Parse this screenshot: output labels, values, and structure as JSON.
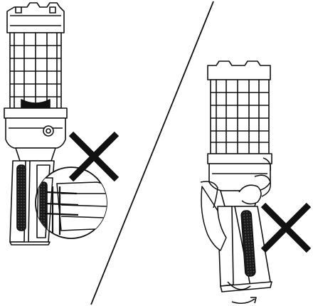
{
  "figure": {
    "panels": [
      {
        "id": "left",
        "subject": "work-light-with-cord-hand-grip",
        "verdict": "incorrect"
      },
      {
        "id": "right",
        "subject": "work-light-held-by-hand-rotating-stand",
        "verdict": "incorrect"
      }
    ],
    "colors": {
      "ink": "#111111",
      "paper": "#ffffff",
      "cross": "#111111",
      "pad": "#1a1a1a"
    },
    "icons": [
      "cross-mark-icon",
      "rotation-arrow-icon"
    ]
  }
}
